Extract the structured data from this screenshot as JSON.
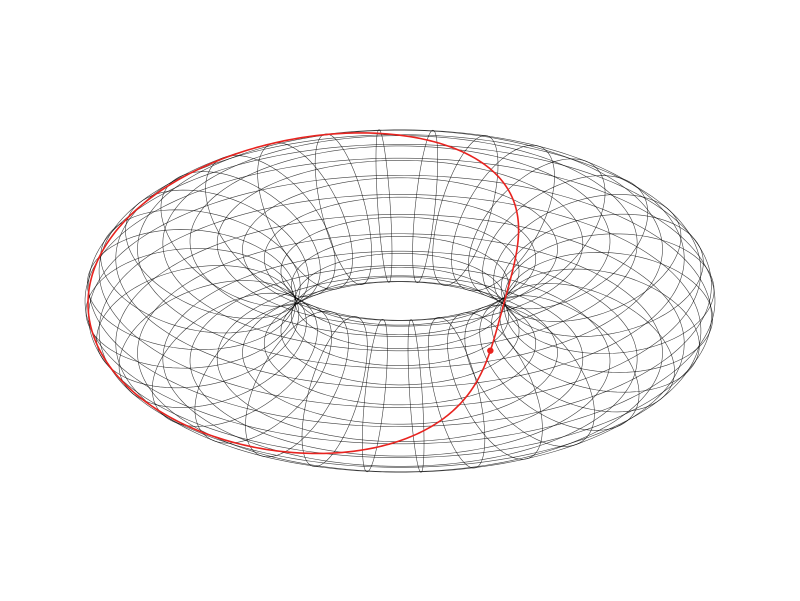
{
  "figure": {
    "kind": "torus-wireframe",
    "colors": {
      "wireframe": "#000000",
      "curve": "#e8231f",
      "marker": "#e8231f",
      "background": "#ffffff"
    },
    "surface": {
      "major_radius": 2.0,
      "minor_radius": 1.0,
      "latitude_circles": 24,
      "longitude_circles": 32
    },
    "curve": {
      "type": "torus-knot",
      "winds_around_axis": 1,
      "winds_around_tube": 1,
      "marker_parameter": 0.08
    }
  }
}
